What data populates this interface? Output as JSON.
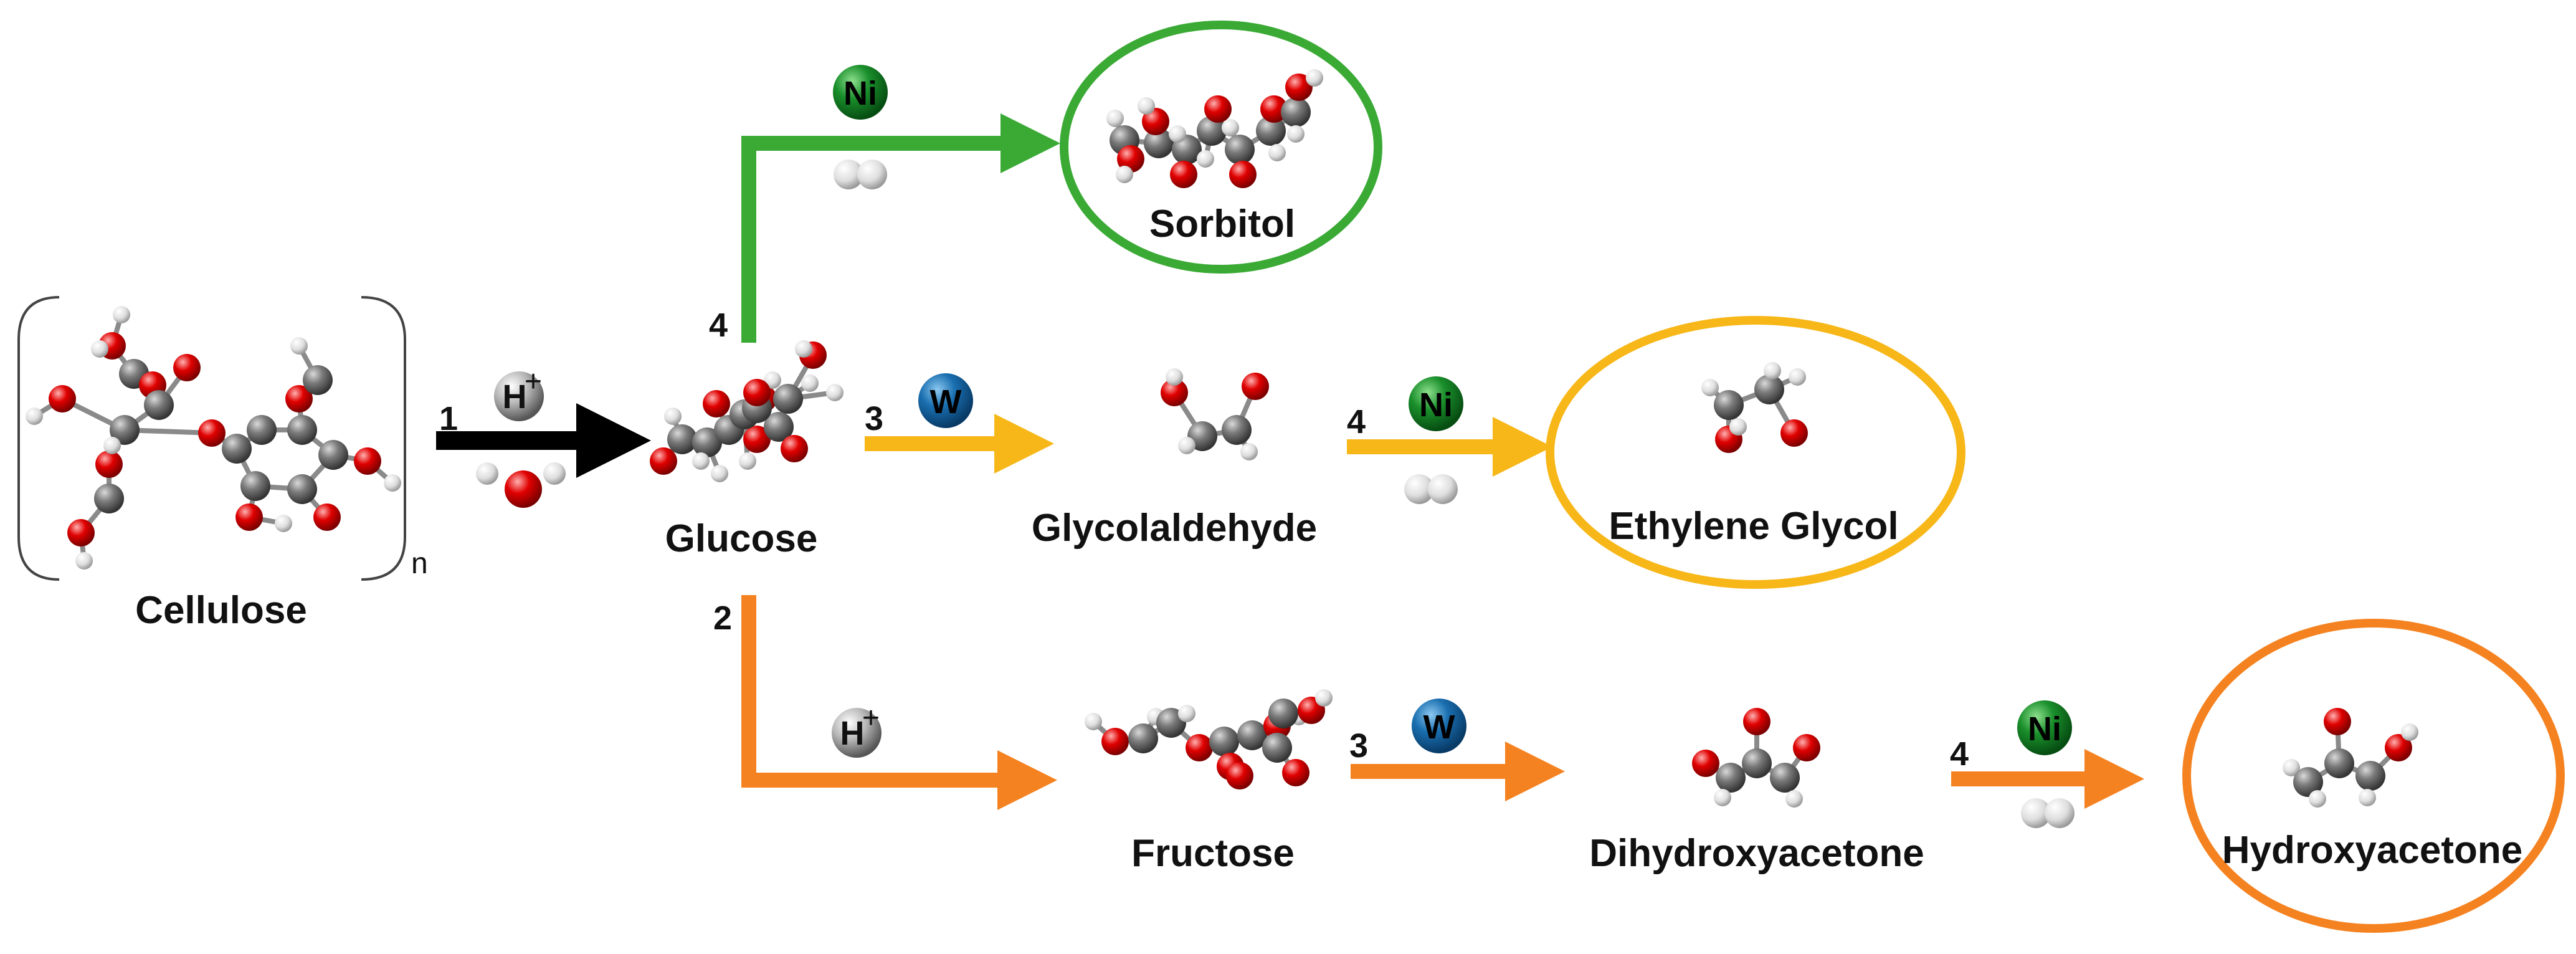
{
  "colors": {
    "black_path": "#000000",
    "green_path": "#3aaa35",
    "yellow_path": "#f7b718",
    "orange_path": "#f58220",
    "ni_badge": "#1a8f2b",
    "w_badge": "#1a6fb0",
    "h_badge": "#9a9a9a",
    "carbon": "#6e6e6e",
    "oxygen": "#e00000",
    "hydrogen": "#e8e8e8"
  },
  "compounds": {
    "cellulose": "Cellulose",
    "cellulose_subscript": "n",
    "glucose": "Glucose",
    "sorbitol": "Sorbitol",
    "glycolaldehyde": "Glycolaldehyde",
    "ethylene_glycol": "Ethylene Glycol",
    "fructose": "Fructose",
    "dihydroxyacetone": "Dihydroxyacetone",
    "hydroxyacetone": "Hydroxyacetone"
  },
  "steps": {
    "hydrolysis": "1",
    "to_sorbitol": "4",
    "glucose_to_glycolaldehyde": "3",
    "glycolaldehyde_to_eg": "4",
    "isomerization": "2",
    "fructose_to_dha": "3",
    "dha_to_hydroxyacetone": "4"
  },
  "catalysts": {
    "ni": "Ni",
    "w": "W",
    "h": "H",
    "h_charge": "+"
  }
}
